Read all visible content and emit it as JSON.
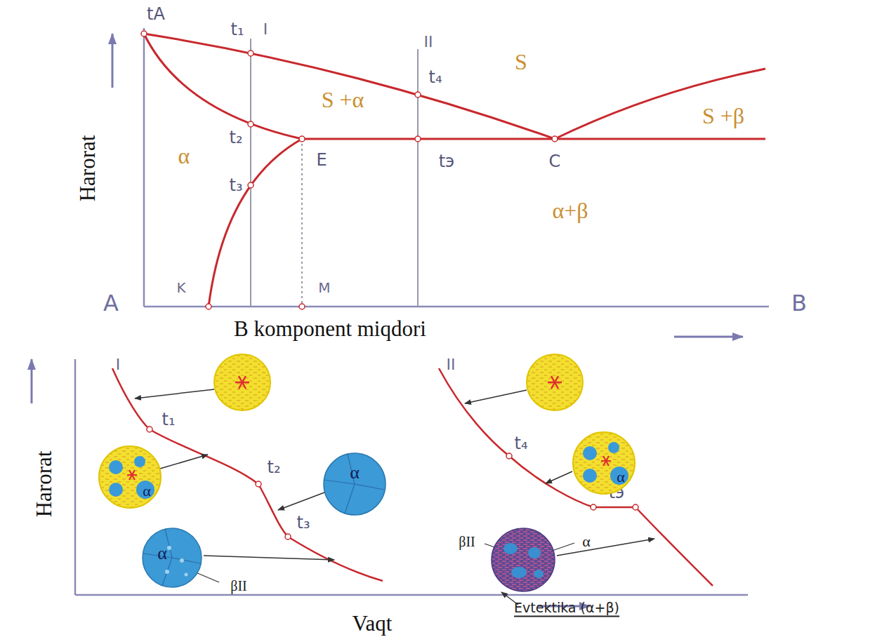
{
  "diagram": {
    "nodes": [
      {
        "text": [
          "α"
        ]
      },
      {
        "text": [
          "α"
        ]
      },
      {
        "text": [
          "α",
          "βII"
        ]
      },
      {
        "text": [
          "α"
        ]
      },
      {
        "text": [
          "βII",
          "α",
          "Evtektika (α+β)"
        ]
      }
    ],
    "labels": [
      "tA",
      "t₁",
      "I",
      "II",
      "t₄",
      "S",
      "S +α",
      "S +β",
      "α",
      "t₂",
      "E",
      "t₃",
      "tэ",
      "C",
      "α+β",
      "A",
      "K",
      "M",
      "B",
      "B komponent miqdori",
      "Harorat",
      "Harorat",
      "Vaqt",
      "I",
      "t₁",
      "t₂",
      "t₃",
      "II",
      "t₄",
      "tэ"
    ]
  }
}
